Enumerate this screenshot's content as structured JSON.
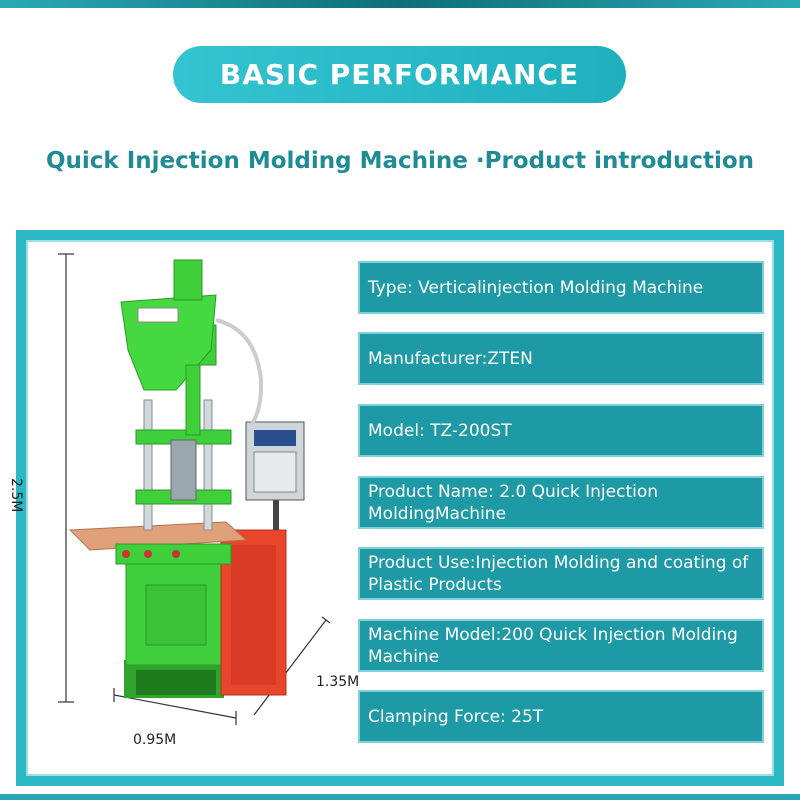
{
  "header": {
    "title": "BASIC PERFORMANCE"
  },
  "subtitle": "Quick Injection Molding Machine ·Product introduction",
  "specs": [
    "Type: Verticalinjection Molding Machine",
    "Manufacturer:ZTEN",
    "Model: TZ-200ST",
    "Product Name: 2.0 Quick Injection MoldingMachine",
    "Product Use:Injection Molding and coating of Plastic Products",
    "Machine Model:200 Quick Injection Molding Machine",
    "Clamping Force: 25T"
  ],
  "dimensions": {
    "height": "2.5M",
    "width": "0.95M",
    "depth": "1.35M"
  },
  "colors": {
    "accent": "#2bb8c4",
    "spec_bg": "#1d9aa6",
    "title_text": "#1f8c95",
    "machine_green": "#3ecf3a",
    "machine_red": "#e8452d"
  }
}
